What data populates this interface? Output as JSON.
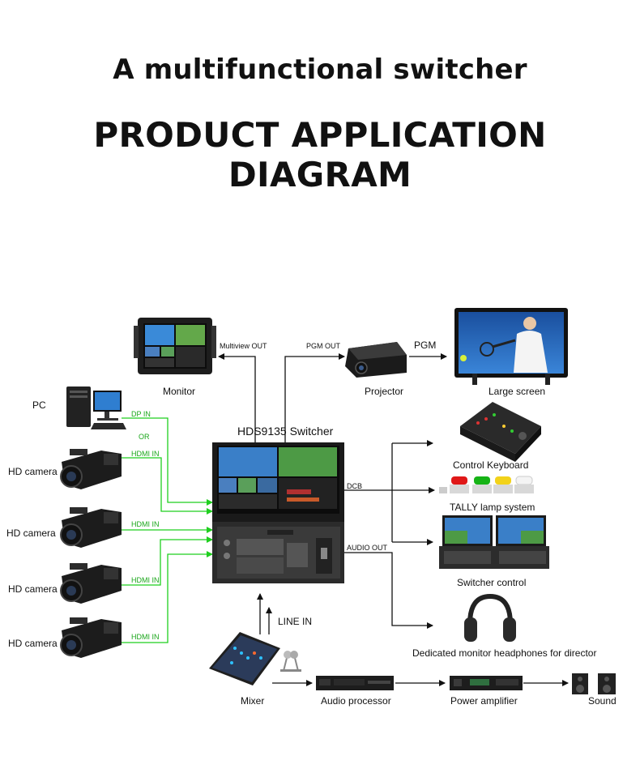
{
  "heading": {
    "line1": "A multifunctional switcher",
    "line2": "PRODUCT APPLICATION DIAGRAM"
  },
  "switcher": {
    "label": "HDS9135 Switcher"
  },
  "devices": {
    "monitor": "Monitor",
    "projector": "Projector",
    "large_screen": "Large screen",
    "pc": "PC",
    "hd_camera_1": "HD camera",
    "hd_camera_2": "HD camera",
    "hd_camera_3": "HD camera",
    "hd_camera_4": "HD camera",
    "control_keyboard": "Control Keyboard",
    "tally": "TALLY lamp system",
    "switcher_control": "Switcher control",
    "headphones": "Dedicated monitor headphones for director",
    "mixer": "Mixer",
    "audio_processor": "Audio processor",
    "power_amplifier": "Power amplifier",
    "sound": "Sound"
  },
  "connections": {
    "multiview_out": "Multiview OUT",
    "pgm_out": "PGM OUT",
    "pgm": "PGM",
    "dp_in": "DP IN",
    "or": "OR",
    "hdmi_in_1": "HDMI IN",
    "hdmi_in_2": "HDMI IN",
    "hdmi_in_3": "HDMI IN",
    "hdmi_in_4": "HDMI IN",
    "dcb": "DCB",
    "audio_out": "AUDIO OUT",
    "line_in": "LINE IN"
  },
  "colors": {
    "input_line": "#1fcf1f",
    "output_line": "#111111",
    "screen_blue": "#1e5fb5",
    "device_dark": "#2a2a2a"
  }
}
